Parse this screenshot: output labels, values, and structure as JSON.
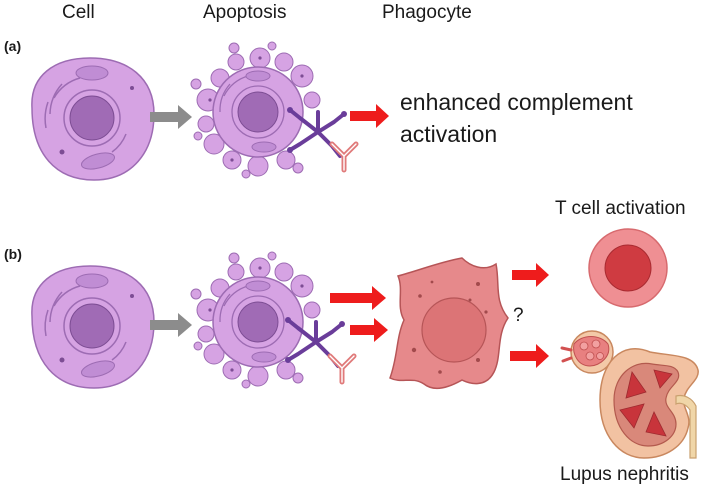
{
  "headers": {
    "cell": "Cell",
    "apoptosis": "Apoptosis",
    "phagocyte": "Phagocyte"
  },
  "panels": {
    "a": "(a)",
    "b": "(b)"
  },
  "panel_a": {
    "outcome_line1": "enhanced complement",
    "outcome_line2": "activation"
  },
  "panel_b": {
    "t_cell_label": "T cell activation",
    "question_mark": "?",
    "kidney_label": "Lupus nephritis"
  },
  "colors": {
    "cell_fill": "#d6a3e3",
    "nucleus": "#a06bb5",
    "grey_arrow": "#8c8c8c",
    "red_arrow": "#ee1c1c",
    "phagocyte": "#e6898b",
    "antibody_purple": "#6a3d9a",
    "antibody_red": "#e07a7a"
  }
}
